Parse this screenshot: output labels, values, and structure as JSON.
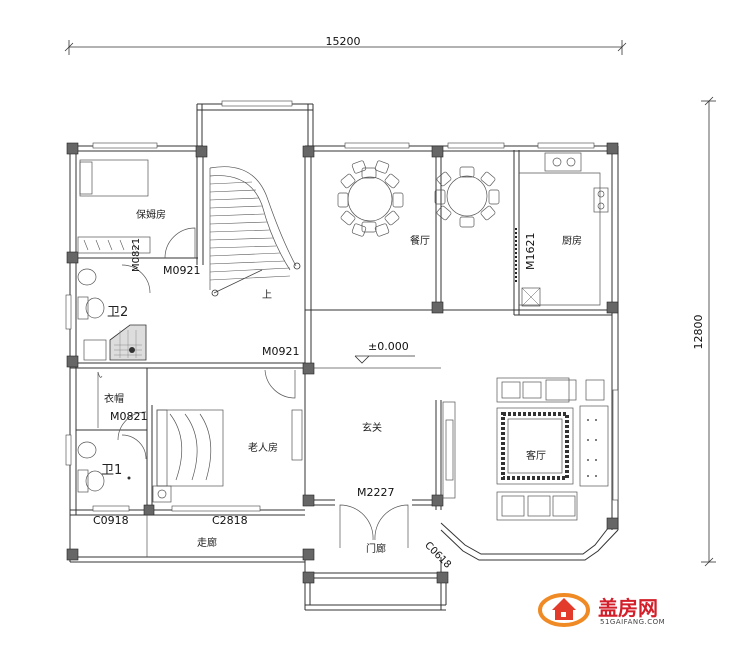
{
  "dimensions": {
    "width_top": "15200",
    "height_right": "12800"
  },
  "doors": {
    "m0921_top": "M0921",
    "m0821_vertical": "M0821",
    "m0921_mid": "M0921",
    "m0821_left": "M0821",
    "m1621": "M1621",
    "m2227": "M2227",
    "c0918": "C0918",
    "c2818": "C2818",
    "c0618": "C0618"
  },
  "rooms": {
    "nanny": "保姆房",
    "dining": "餐厅",
    "kitchen": "厨房",
    "wc2": "卫2",
    "wardrobe": "衣帽",
    "elderly": "老人房",
    "foyer": "玄关",
    "living": "客厅",
    "wc1": "卫1",
    "corridor": "走廊",
    "porch": "门廊"
  },
  "stairs_up": "上",
  "level": "±0.000",
  "logo": {
    "name": "盖房网",
    "url": "51GAIFANG.COM"
  }
}
